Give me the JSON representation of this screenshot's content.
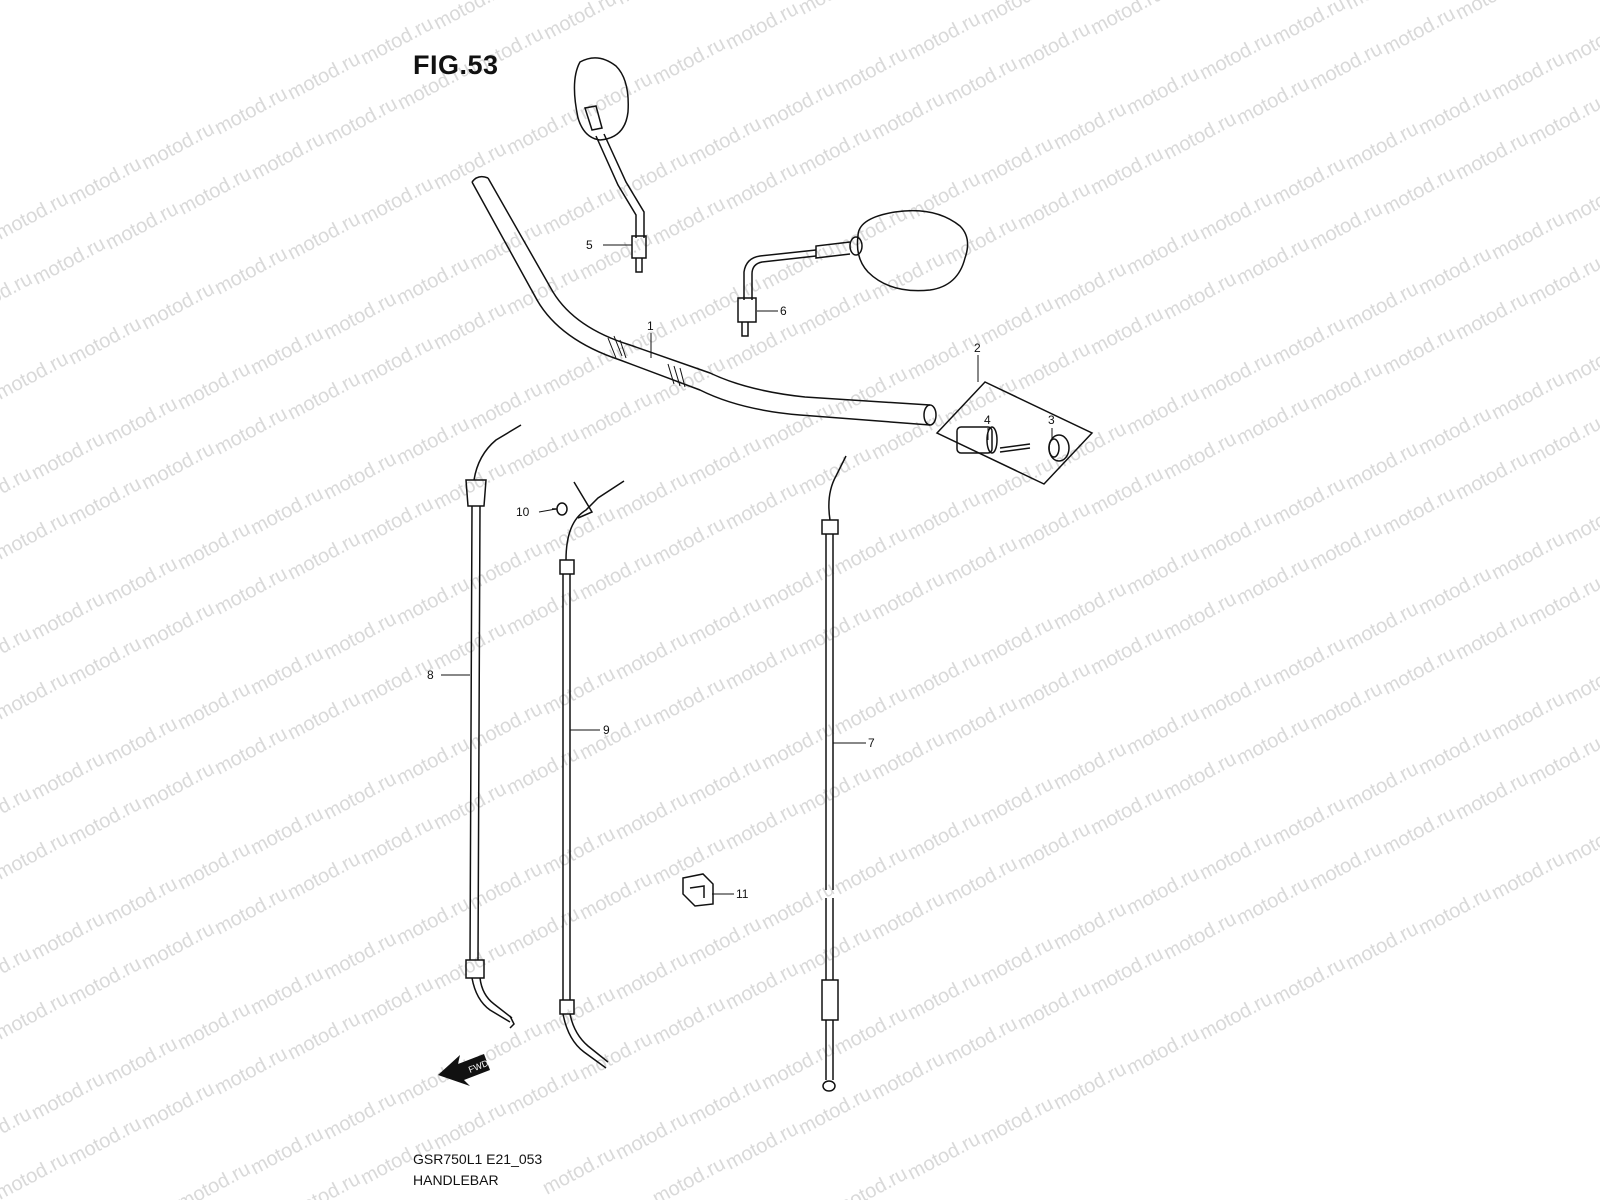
{
  "figure": {
    "title": "FIG.53",
    "model_code": "GSR750L1 E21_053",
    "caption": "HANDLEBAR"
  },
  "watermark": {
    "text": "motod.ru",
    "color": "#d9d9d9"
  },
  "fwd_arrow": {
    "label": "FWD"
  },
  "parts": [
    {
      "number": "1"
    },
    {
      "number": "2"
    },
    {
      "number": "3"
    },
    {
      "number": "4"
    },
    {
      "number": "5"
    },
    {
      "number": "6"
    },
    {
      "number": "7"
    },
    {
      "number": "8"
    },
    {
      "number": "9"
    },
    {
      "number": "10"
    },
    {
      "number": "11"
    }
  ]
}
